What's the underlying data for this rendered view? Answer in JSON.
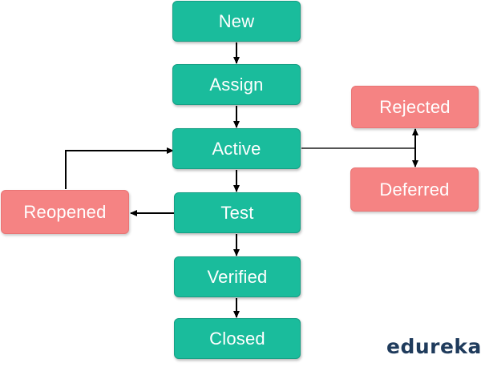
{
  "diagram": {
    "nodes": {
      "new": "New",
      "assign": "Assign",
      "active": "Active",
      "test": "Test",
      "verified": "Verified",
      "closed": "Closed",
      "reopened": "Reopened",
      "rejected": "Rejected",
      "deferred": "Deferred"
    },
    "edges": [
      {
        "from": "New",
        "to": "Assign"
      },
      {
        "from": "Assign",
        "to": "Active"
      },
      {
        "from": "Active",
        "to": "Test"
      },
      {
        "from": "Test",
        "to": "Verified"
      },
      {
        "from": "Verified",
        "to": "Closed"
      },
      {
        "from": "Test",
        "to": "Reopened"
      },
      {
        "from": "Reopened",
        "to": "Active"
      },
      {
        "from": "Active",
        "to": "Rejected"
      },
      {
        "from": "Active",
        "to": "Deferred"
      }
    ],
    "colors": {
      "state_box": "#1abc9c",
      "exception_box": "#f58383",
      "arrow": "#000000"
    }
  },
  "brand": {
    "logo_text": "edureka!"
  }
}
